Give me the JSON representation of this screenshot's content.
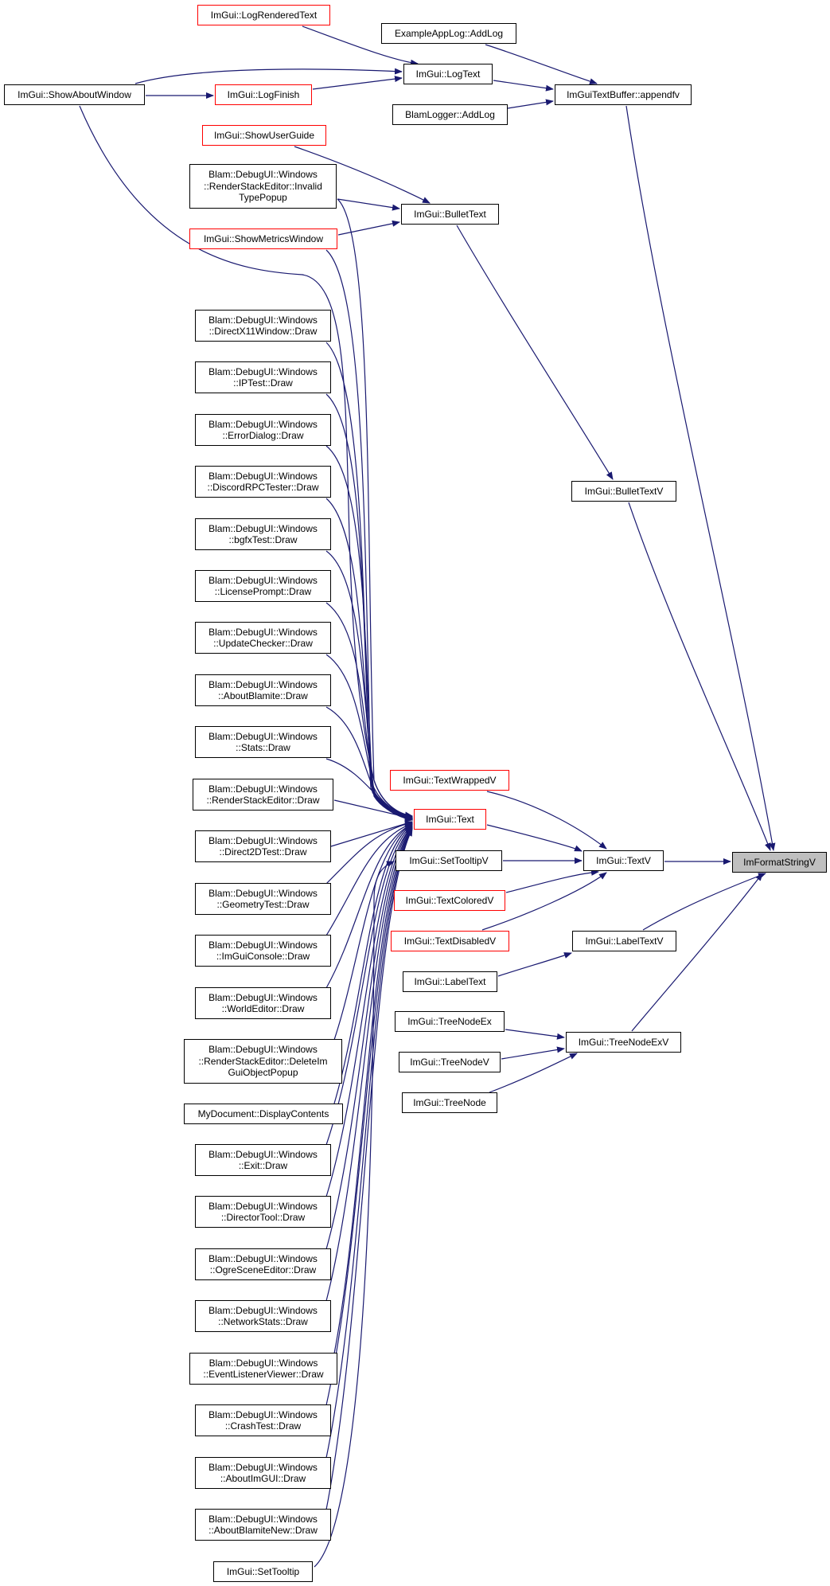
{
  "colors": {
    "edge": "#191970",
    "node_border": "#000000",
    "node_border_truncated": "#ff0000",
    "focus_fill": "#bfbfbf"
  },
  "nodes": {
    "im_format_string_v": "ImFormatStringV",
    "text_buffer_appendfv": "ImGuiTextBuffer::appendfv",
    "bullet_text_v": "ImGui::BulletTextV",
    "text_v": "ImGui::TextV",
    "label_text_v": "ImGui::LabelTextV",
    "tree_node_ex_v": "ImGui::TreeNodeExV",
    "example_app_log_add_log": "ExampleAppLog::AddLog",
    "log_text": "ImGui::LogText",
    "blam_logger_add_log": "BlamLogger::AddLog",
    "log_rendered_text": "ImGui::LogRenderedText",
    "log_finish": "ImGui::LogFinish",
    "show_about_window": "ImGui::ShowAboutWindow",
    "bullet_text": "ImGui::BulletText",
    "show_user_guide": "ImGui::ShowUserGuide",
    "invalid_type_popup": "Blam::DebugUI::Windows\n::RenderStackEditor::Invalid\nTypePopup",
    "show_metrics_window": "ImGui::ShowMetricsWindow",
    "directx11_window_draw": "Blam::DebugUI::Windows\n::DirectX11Window::Draw",
    "ip_test_draw": "Blam::DebugUI::Windows\n::IPTest::Draw",
    "error_dialog_draw": "Blam::DebugUI::Windows\n::ErrorDialog::Draw",
    "discord_rpc_tester_draw": "Blam::DebugUI::Windows\n::DiscordRPCTester::Draw",
    "bgfx_test_draw": "Blam::DebugUI::Windows\n::bgfxTest::Draw",
    "license_prompt_draw": "Blam::DebugUI::Windows\n::LicensePrompt::Draw",
    "update_checker_draw": "Blam::DebugUI::Windows\n::UpdateChecker::Draw",
    "about_blamite_draw": "Blam::DebugUI::Windows\n::AboutBlamite::Draw",
    "stats_draw": "Blam::DebugUI::Windows\n::Stats::Draw",
    "render_stack_editor_draw": "Blam::DebugUI::Windows\n::RenderStackEditor::Draw",
    "direct2d_test_draw": "Blam::DebugUI::Windows\n::Direct2DTest::Draw",
    "geometry_test_draw": "Blam::DebugUI::Windows\n::GeometryTest::Draw",
    "imgui_console_draw": "Blam::DebugUI::Windows\n::ImGuiConsole::Draw",
    "world_editor_draw": "Blam::DebugUI::Windows\n::WorldEditor::Draw",
    "delete_imgui_object_popup": "Blam::DebugUI::Windows\n::RenderStackEditor::DeleteIm\nGuiObjectPopup",
    "display_contents": "MyDocument::DisplayContents",
    "exit_draw": "Blam::DebugUI::Windows\n::Exit::Draw",
    "director_tool_draw": "Blam::DebugUI::Windows\n::DirectorTool::Draw",
    "ogre_scene_editor_draw": "Blam::DebugUI::Windows\n::OgreSceneEditor::Draw",
    "network_stats_draw": "Blam::DebugUI::Windows\n::NetworkStats::Draw",
    "event_listener_viewer_draw": "Blam::DebugUI::Windows\n::EventListenerViewer::Draw",
    "crash_test_draw": "Blam::DebugUI::Windows\n::CrashTest::Draw",
    "about_imgui_draw": "Blam::DebugUI::Windows\n::AboutImGUI::Draw",
    "about_blamite_new_draw": "Blam::DebugUI::Windows\n::AboutBlamiteNew::Draw",
    "set_tooltip": "ImGui::SetTooltip",
    "text_wrapped_v": "ImGui::TextWrappedV",
    "text": "ImGui::Text",
    "set_tooltip_v": "ImGui::SetTooltipV",
    "text_colored_v": "ImGui::TextColoredV",
    "text_disabled_v": "ImGui::TextDisabledV",
    "label_text": "ImGui::LabelText",
    "tree_node_ex": "ImGui::TreeNodeEx",
    "tree_node_v": "ImGui::TreeNodeV",
    "tree_node": "ImGui::TreeNode"
  }
}
